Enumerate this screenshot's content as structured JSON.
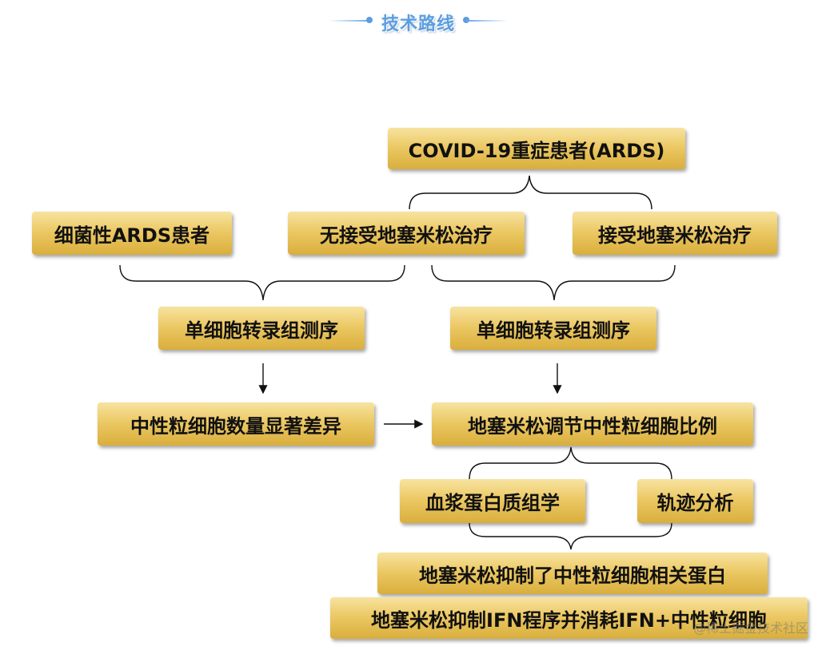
{
  "header": {
    "title": "技术路线"
  },
  "nodes": {
    "covid": "COVID-19重症患者(ARDS)",
    "bacterial": "细菌性ARDS患者",
    "no_dex": "无接受地塞米松治疗",
    "dex": "接受地塞米松治疗",
    "scrnaseq_left": "单细胞转录组测序",
    "scrnaseq_right": "单细胞转录组测序",
    "neutrophil_diff": "中性粒细胞数量显著差异",
    "dex_regulates": "地塞米松调节中性粒细胞比例",
    "plasma_proteomics": "血浆蛋白质组学",
    "trajectory": "轨迹分析",
    "dex_suppress_protein": "地塞米松抑制了中性粒细胞相关蛋白",
    "dex_suppress_ifn": "地塞米松抑制IFN程序并消耗IFN+中性粒细胞"
  },
  "watermark": "@稀土掘金技术社区"
}
